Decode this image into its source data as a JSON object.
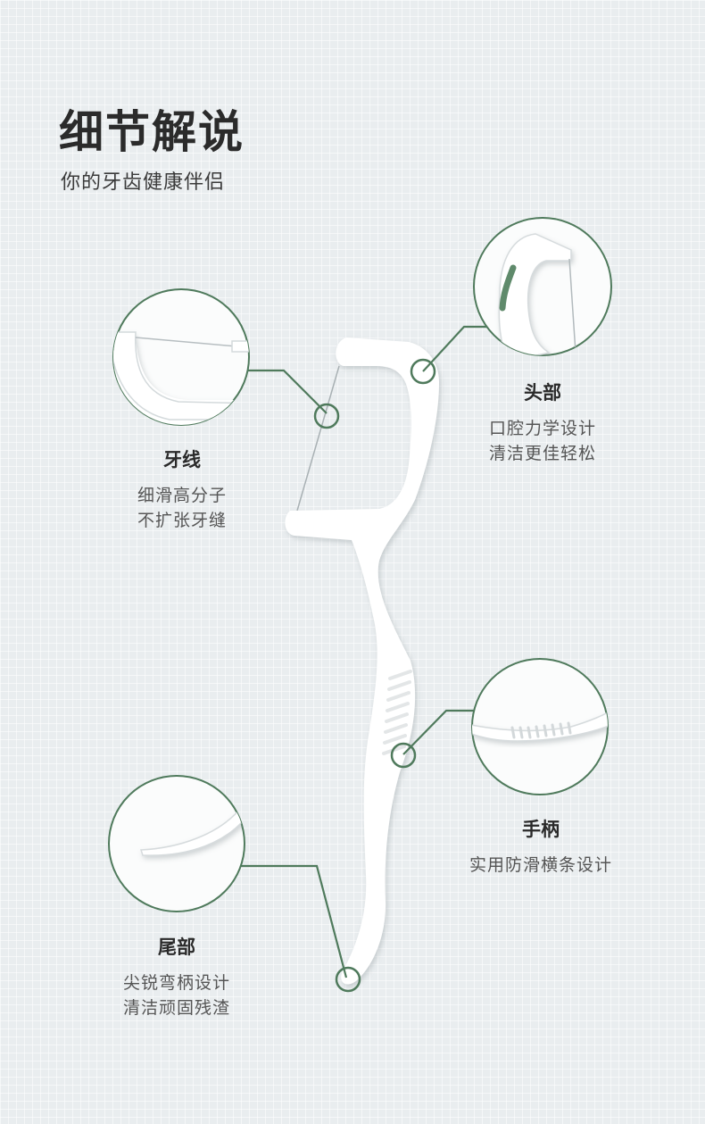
{
  "header": {
    "title": "细节解说",
    "subtitle": "你的牙齿健康伴侣"
  },
  "features": {
    "floss": {
      "title": "牙线",
      "lines": [
        "细滑高分子",
        "不扩张牙缝"
      ]
    },
    "head": {
      "title": "头部",
      "lines": [
        "口腔力学设计",
        "清洁更佳轻松"
      ]
    },
    "handle": {
      "title": "手柄",
      "lines": [
        "实用防滑横条设计"
      ]
    },
    "tail": {
      "title": "尾部",
      "lines": [
        "尖锐弯柄设计",
        "清洁顽固残渣"
      ]
    }
  },
  "colors": {
    "accent": "#4f7a5c",
    "product": "#ffffff",
    "background": "#e9edef"
  }
}
